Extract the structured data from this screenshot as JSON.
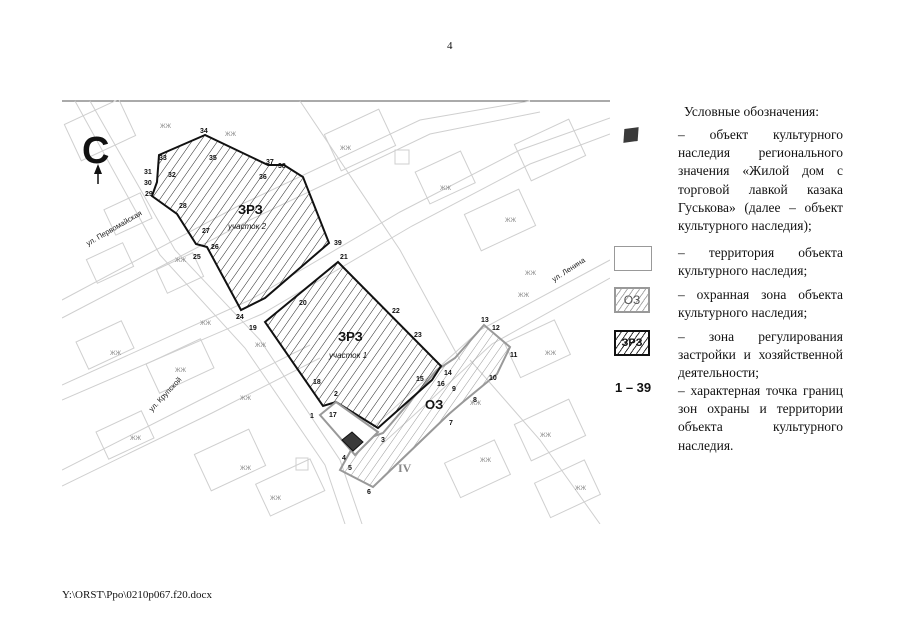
{
  "page_number": "4",
  "footer_path": "Y:\\ORST\\Ppo\\0210p067.f20.docx",
  "map": {
    "north_letter": "С",
    "zones": {
      "zrz_label": "ЗРЗ",
      "site2_label": "участок 2",
      "site1_label": "участок 1",
      "oz_label": "ОЗ",
      "roman": "IV"
    },
    "streets": {
      "pervomayskaya": "ул. Первомайская",
      "krupskoy": "ул. Крупской",
      "lenina": "ул. Ленина"
    },
    "building_label": "ЖЖ",
    "points": [
      "1",
      "2",
      "3",
      "4",
      "5",
      "6",
      "7",
      "8",
      "9",
      "10",
      "11",
      "12",
      "13",
      "14",
      "15",
      "16",
      "17",
      "18",
      "19",
      "20",
      "21",
      "22",
      "23",
      "24",
      "25",
      "26",
      "27",
      "28",
      "29",
      "30",
      "31",
      "32",
      "33",
      "34",
      "35",
      "36",
      "37",
      "38",
      "39"
    ]
  },
  "legend": {
    "title": "Условные обозначения:",
    "item_object": "– объект культурного наследия регионального значения «Жилой дом с торговой лавкой казака Гуськова» (далее – объект культурного наследия);",
    "item_territory": "– территория объекта культурного наследия;",
    "item_oz": "– охранная зона объекта культурного наследия;",
    "item_zrz": "– зона регулирования застройки и хозяйственной деятельности;",
    "item_points": "– характерная точка границ зон охраны и территории объекта культурного наследия.",
    "swatch_oz": "ОЗ",
    "swatch_zrz": "ЗРЗ",
    "swatch_points": "1 – 39"
  },
  "colors": {
    "zone_outline": "#111111",
    "oz_outline": "#999999",
    "object_fill": "#3a3a3a",
    "basemap_lines": "#cccccc"
  }
}
